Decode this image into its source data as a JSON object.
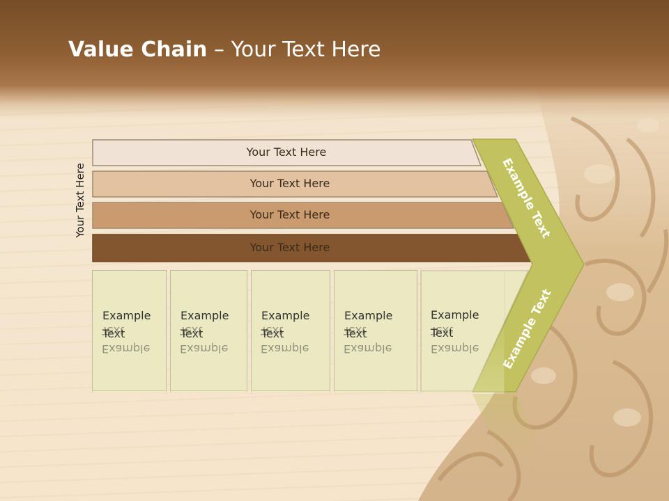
{
  "slide": {
    "title_bold": "Value Chain",
    "title_rest": " – Your Text Here",
    "vertical_label": "Your Text Here",
    "bars": [
      {
        "label": "Your Text Here",
        "color": "#f0e3d6"
      },
      {
        "label": "Your Text Here",
        "color": "#e2c2a1"
      },
      {
        "label": "Your Text Here",
        "color": "#c99b6e"
      },
      {
        "label": "Your Text Here",
        "color": "#83562f"
      }
    ],
    "boxes": [
      {
        "label": "Example Text"
      },
      {
        "label": "Example Text"
      },
      {
        "label": "Example Text"
      },
      {
        "label": "Example Text"
      },
      {
        "label": "Example Text"
      }
    ],
    "chevron": {
      "top_label": "Example Text",
      "bottom_label": "Example Text",
      "color": "#c2c35e"
    }
  }
}
